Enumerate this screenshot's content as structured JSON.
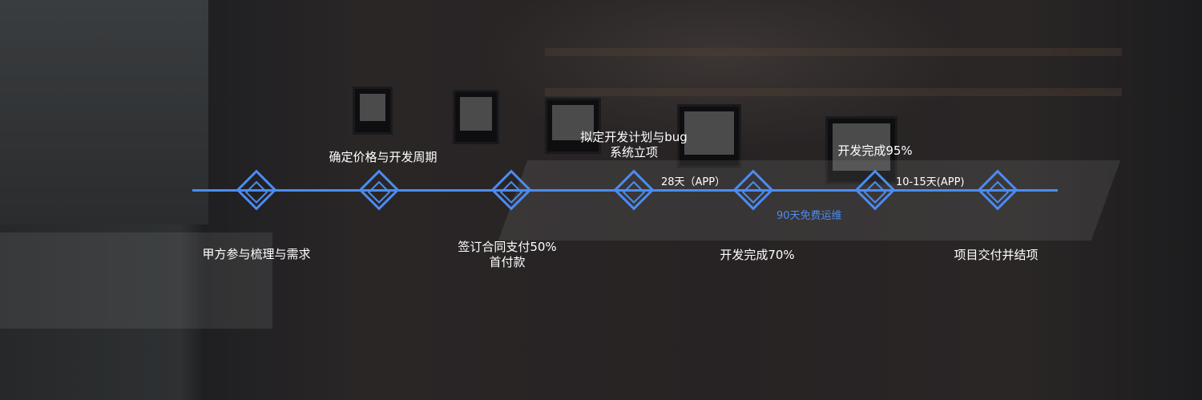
{
  "timeline": {
    "steps": [
      {
        "label": "甲方参与梳理与需求",
        "position": "below"
      },
      {
        "label": "确定价格与开发周期",
        "position": "above"
      },
      {
        "label_line1": "签订合同支付50%",
        "label_line2": "首付款",
        "position": "below"
      },
      {
        "label_line1": "拟定开发计划与bug",
        "label_line2": "系统立项",
        "position": "above"
      },
      {
        "label": "开发完成70%",
        "position": "below"
      },
      {
        "label": "开发完成95%",
        "position": "above"
      },
      {
        "label": "项目交付并结项",
        "position": "below"
      }
    ],
    "durations": {
      "dev_app": "28天（APP）",
      "dev_app_2": "10-15天(APP)",
      "maintenance": "90天免费运维"
    },
    "accent_color": "#4b8cf2"
  }
}
